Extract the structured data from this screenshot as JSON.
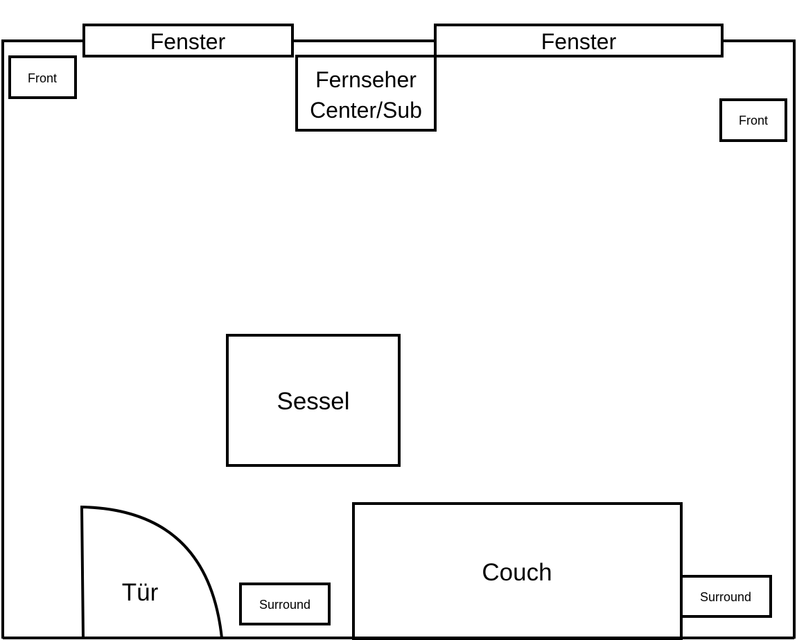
{
  "diagram": {
    "type": "floor-plan",
    "colors": {
      "stroke": "#000000",
      "background": "#ffffff"
    },
    "windows": [
      {
        "label": "Fenster"
      },
      {
        "label": "Fenster"
      }
    ],
    "tv": {
      "line1": "Fernseher",
      "line2": "Center/Sub"
    },
    "speakers": {
      "front_left": "Front",
      "front_right": "Front",
      "surround_left": "Surround",
      "surround_right": "Surround"
    },
    "furniture": {
      "armchair": "Sessel",
      "couch": "Couch"
    },
    "door": {
      "label": "Tür"
    }
  }
}
